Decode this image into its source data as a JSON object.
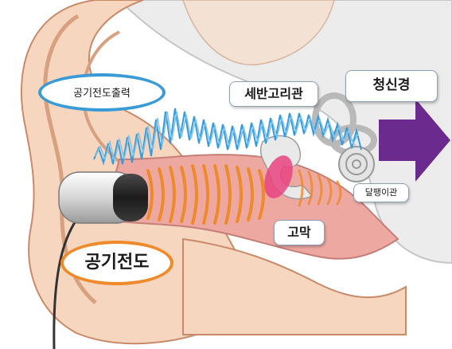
{
  "labels": {
    "air_out": "공기전도출력",
    "semicircular_canals": "세반고리관",
    "auditory_nerve": "청신경",
    "cochlea": "달팽이관",
    "eardrum": "고막",
    "air_conduction": "공기전도"
  },
  "colors": {
    "skin": "#f6d6be",
    "skin_outline": "#c98a6a",
    "canal_pink": "#eda8a2",
    "eardrum": "#e8437f",
    "bone": "#e9e9e9",
    "air_wave": "#3a9ad8",
    "sound_wave": "#ee8a2a",
    "nerve_arrow": "#6b2a8e",
    "cable": "#333333"
  }
}
